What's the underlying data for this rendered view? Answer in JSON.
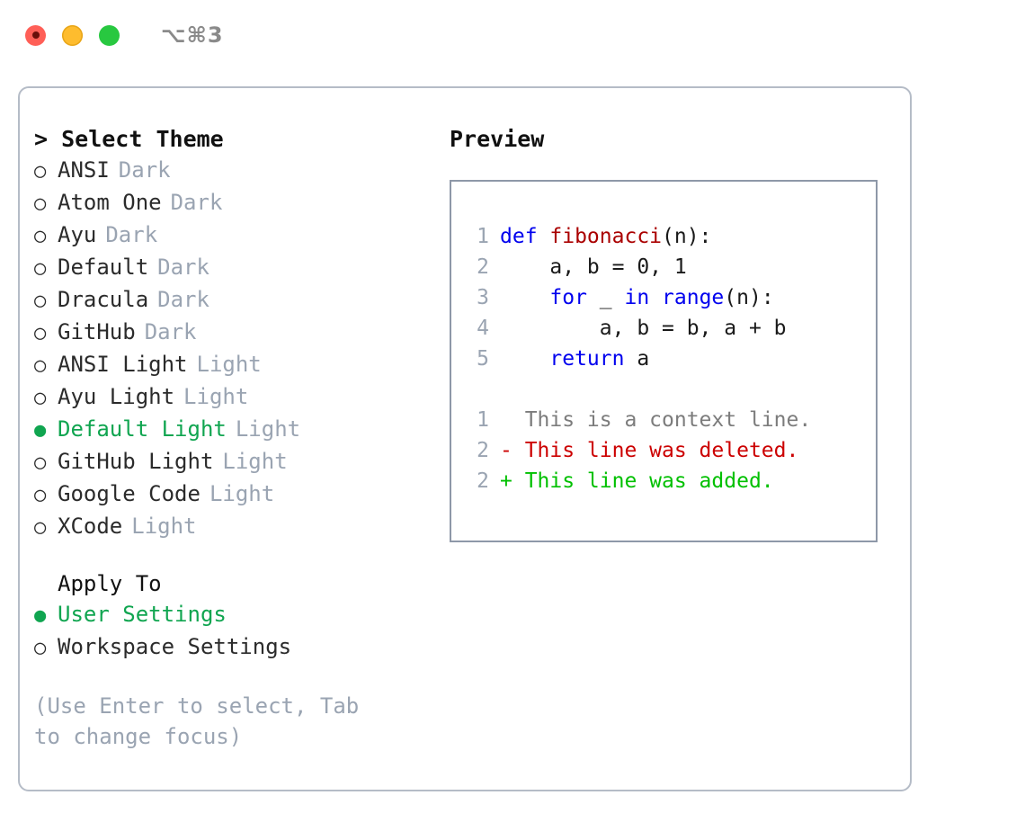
{
  "window": {
    "shortcut_label": "⌥⌘3",
    "traffic_lights": [
      "close-red",
      "minimize-yellow",
      "maximize-green"
    ]
  },
  "theme_selector": {
    "header": "> Select Theme",
    "selected_bullet": "●",
    "unselected_bullet": "○",
    "accent_color": "#10a550",
    "variant_color": "#9aa4b2",
    "items": [
      {
        "name": "ANSI",
        "variant": "Dark",
        "selected": false
      },
      {
        "name": "Atom One",
        "variant": "Dark",
        "selected": false
      },
      {
        "name": "Ayu",
        "variant": "Dark",
        "selected": false
      },
      {
        "name": "Default",
        "variant": "Dark",
        "selected": false
      },
      {
        "name": "Dracula",
        "variant": "Dark",
        "selected": false
      },
      {
        "name": "GitHub",
        "variant": "Dark",
        "selected": false
      },
      {
        "name": "ANSI Light",
        "variant": "Light",
        "selected": false
      },
      {
        "name": "Ayu Light",
        "variant": "Light",
        "selected": false
      },
      {
        "name": "Default Light",
        "variant": "Light",
        "selected": true
      },
      {
        "name": "GitHub Light",
        "variant": "Light",
        "selected": false
      },
      {
        "name": "Google Code",
        "variant": "Light",
        "selected": false
      },
      {
        "name": "XCode",
        "variant": "Light",
        "selected": false
      }
    ]
  },
  "apply_to": {
    "header": "Apply To",
    "options": [
      {
        "label": "User Settings",
        "selected": true
      },
      {
        "label": "Workspace Settings",
        "selected": false
      }
    ]
  },
  "hint": "(Use Enter to select, Tab to change focus)",
  "preview": {
    "header": "Preview",
    "code_lines": [
      {
        "lineno": "1",
        "tokens": [
          {
            "text": "def ",
            "style": "kw"
          },
          {
            "text": "fibonacci",
            "style": "fn"
          },
          {
            "text": "(n):",
            "style": "plain"
          }
        ]
      },
      {
        "lineno": "2",
        "tokens": [
          {
            "text": "    a, b = 0, 1",
            "style": "plain"
          }
        ]
      },
      {
        "lineno": "3",
        "tokens": [
          {
            "text": "    ",
            "style": "plain"
          },
          {
            "text": "for",
            "style": "kw"
          },
          {
            "text": " _ ",
            "style": "plain"
          },
          {
            "text": "in",
            "style": "kw"
          },
          {
            "text": " ",
            "style": "plain"
          },
          {
            "text": "range",
            "style": "kw"
          },
          {
            "text": "(n):",
            "style": "plain"
          }
        ]
      },
      {
        "lineno": "4",
        "tokens": [
          {
            "text": "        a, b = b, a + b",
            "style": "plain"
          }
        ]
      },
      {
        "lineno": "5",
        "tokens": [
          {
            "text": "    ",
            "style": "plain"
          },
          {
            "text": "return",
            "style": "kw"
          },
          {
            "text": " a",
            "style": "plain"
          }
        ]
      }
    ],
    "diff_lines": [
      {
        "lineno": "1",
        "marker": " ",
        "text": "  This is a context line.",
        "kind": "context"
      },
      {
        "lineno": "2",
        "marker": "-",
        "text": "- This line was deleted.",
        "kind": "deleted"
      },
      {
        "lineno": "2",
        "marker": "+",
        "text": "+ This line was added.",
        "kind": "added"
      }
    ],
    "diff_colors": {
      "context": "#7c7c7c",
      "deleted": "#cc0000",
      "added": "#00c000"
    }
  }
}
